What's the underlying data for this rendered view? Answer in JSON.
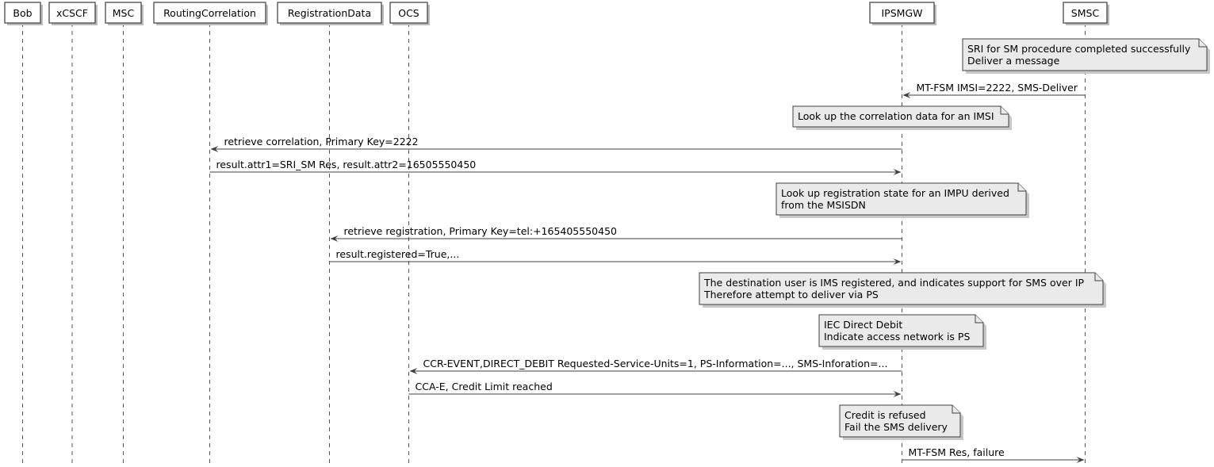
{
  "participants": [
    {
      "name": "Bob"
    },
    {
      "name": "xCSCF"
    },
    {
      "name": "MSC"
    },
    {
      "name": "RoutingCorrelation"
    },
    {
      "name": "RegistrationData"
    },
    {
      "name": "OCS"
    },
    {
      "name": "IPSMGW"
    },
    {
      "name": "SMSC"
    }
  ],
  "events": [
    {
      "type": "note",
      "over": 7,
      "lines": [
        "SRI for SM procedure completed successfully",
        "Deliver a message"
      ]
    },
    {
      "type": "message",
      "from": 7,
      "to": 6,
      "label": "MT-FSM IMSI=2222, SMS-Deliver"
    },
    {
      "type": "note",
      "over": 6,
      "lines": [
        "Look up the correlation data for an IMSI"
      ]
    },
    {
      "type": "message",
      "from": 6,
      "to": 3,
      "label": "retrieve correlation, Primary Key=2222"
    },
    {
      "type": "message",
      "from": 3,
      "to": 6,
      "label": "result.attr1=SRI_SM Res, result.attr2=16505550450"
    },
    {
      "type": "note",
      "over": 6,
      "lines": [
        "Look up registration state for an IMPU derived",
        "from the MSISDN"
      ]
    },
    {
      "type": "message",
      "from": 6,
      "to": 4,
      "label": "retrieve registration, Primary Key=tel:+165405550450"
    },
    {
      "type": "message",
      "from": 4,
      "to": 6,
      "label": "result.registered=True,..."
    },
    {
      "type": "note",
      "over": 6,
      "lines": [
        "The destination user is IMS registered, and indicates support for SMS over IP",
        "Therefore attempt to deliver via PS"
      ]
    },
    {
      "type": "note",
      "over": 6,
      "lines": [
        "IEC Direct Debit",
        "Indicate access network is PS"
      ]
    },
    {
      "type": "message",
      "from": 6,
      "to": 5,
      "label": "CCR-EVENT,DIRECT_DEBIT Requested-Service-Units=1, PS-Information=..., SMS-Inforation=..."
    },
    {
      "type": "message",
      "from": 5,
      "to": 6,
      "label": "CCA-E, Credit Limit reached"
    },
    {
      "type": "note",
      "over": 6,
      "lines": [
        "Credit is refused",
        "Fail the SMS delivery"
      ]
    },
    {
      "type": "message",
      "from": 6,
      "to": 7,
      "label": "MT-FSM Res, failure"
    }
  ]
}
